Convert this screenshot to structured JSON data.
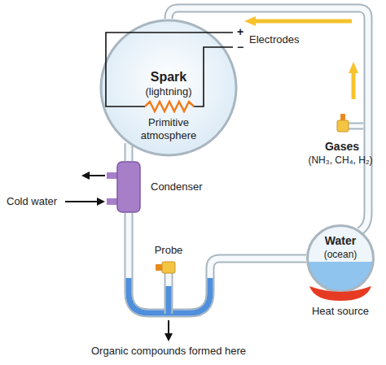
{
  "diagram": {
    "nodes": [
      {
        "text": [
          "Spark",
          "(lightning)",
          "Primitive atmosphere"
        ]
      },
      {
        "text": [
          "Condenser"
        ]
      },
      {
        "text": [
          "Water",
          "(ocean)"
        ]
      },
      {
        "text": [
          "Heat source"
        ]
      }
    ],
    "edges": [
      {
        "from": 0,
        "to": 1,
        "arrow": "none"
      },
      {
        "from": 1,
        "to": 2,
        "arrow": "none"
      },
      {
        "from": 2,
        "to": 0,
        "arrow": "to"
      }
    ],
    "labels": [
      "+",
      "−",
      "Electrodes",
      "Gases",
      "(NH₃, CH₄, H₂)",
      "Cold water",
      "Probe",
      "Organic compounds formed here"
    ]
  }
}
